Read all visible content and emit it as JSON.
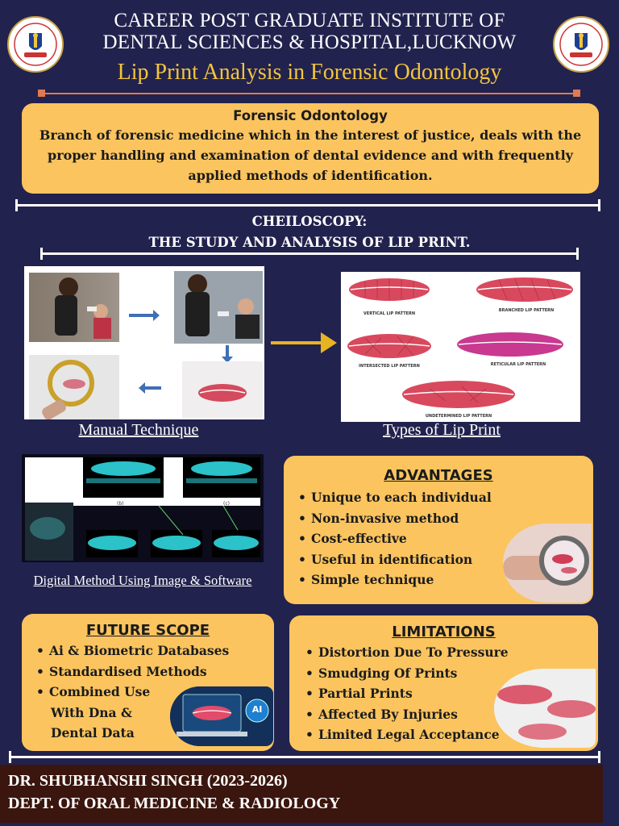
{
  "header": {
    "institute_line1": "CAREER POST GRADUATE INSTITUTE OF",
    "institute_line2": "DENTAL SCIENCES & HOSPITAL,LUCKNOW",
    "title": "Lip Print Analysis in Forensic Odontology"
  },
  "intro": {
    "heading": "Forensic Odontology",
    "text": "Branch of forensic medicine which in the interest of justice, deals with the proper handling and examination of dental evidence and with frequently applied methods of identification."
  },
  "cheiloscopy": {
    "line1": "CHEILOSCOPY:",
    "line2": "THE STUDY AND ANALYSIS OF LIP PRINT."
  },
  "figures": {
    "manual_caption": "Manual Technique",
    "types_caption": "Types of Lip Print",
    "digital_caption": "Digital Method Using Image & Software",
    "lip_types": [
      "VERTICAL LIP PATTERN",
      "BRANCHED LIP PATTERN",
      "INTERSECTED LIP PATTERN",
      "RETICULAR LIP PATTERN",
      "UNDETERMINED LIP PATTERN"
    ],
    "digital_labels": [
      "(b)",
      "(c)"
    ],
    "ai_badge": "AI"
  },
  "advantages": {
    "heading": "ADVANTAGES",
    "items": [
      "Unique to each individual",
      "Non-invasive method",
      "Cost-effective",
      "Useful in identification",
      "Simple technique"
    ]
  },
  "future_scope": {
    "heading": "FUTURE SCOPE",
    "items": [
      "Ai & Biometric Databases",
      "Standardised Methods",
      "Combined Use",
      "With Dna &",
      "Dental Data"
    ]
  },
  "limitations": {
    "heading": "LIMITATIONS",
    "items": [
      "Distortion Due To Pressure",
      "Smudging Of Prints",
      "Partial Prints",
      "Affected By Injuries",
      "Limited Legal Acceptance"
    ]
  },
  "footer": {
    "author": "DR. SHUBHANSHI SINGH (2023-2026)",
    "department": "DEPT. OF ORAL MEDICINE & RADIOLOGY"
  },
  "colors": {
    "background": "#22224e",
    "card": "#fbc45f",
    "title_accent": "#f2c53d",
    "footer": "#3b160e"
  }
}
